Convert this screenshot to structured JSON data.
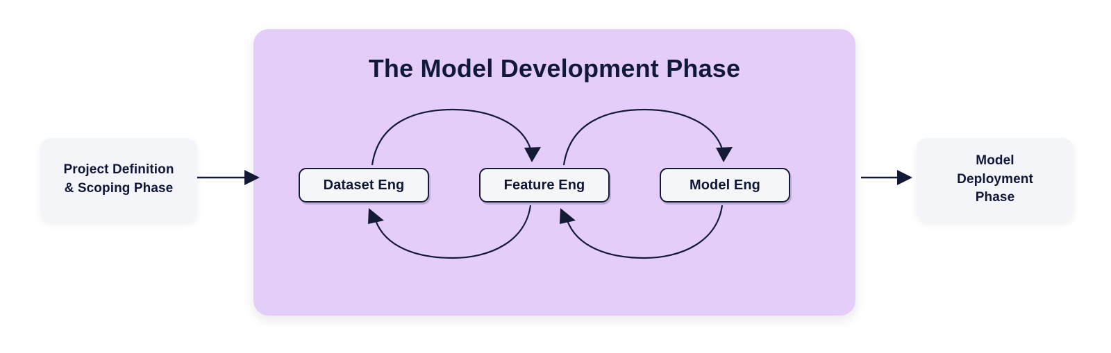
{
  "diagram": {
    "title": "The Model Development Phase",
    "colors": {
      "panel_fill": "#e5cdfa",
      "box_fill": "#f4f5f8",
      "step_fill": "#f5f6f8",
      "ink": "#131a36",
      "background": "#ffffff"
    },
    "left_phase": {
      "name": "project-definition-scoping-phase",
      "line1": "Project Definition",
      "line2": "& Scoping Phase"
    },
    "right_phase": {
      "name": "model-deployment-phase",
      "line1": "Model",
      "line2": "Deployment",
      "line3": "Phase"
    },
    "steps": [
      {
        "id": "dataset-eng",
        "label": "Dataset Eng"
      },
      {
        "id": "feature-eng",
        "label": "Feature Eng"
      },
      {
        "id": "model-eng",
        "label": "Model Eng"
      }
    ],
    "connectors": [
      {
        "id": "entry-arrow",
        "kind": "straight",
        "from": "project-definition-scoping-phase",
        "to": "model-development-panel"
      },
      {
        "id": "exit-arrow",
        "kind": "straight",
        "from": "model-development-panel",
        "to": "model-deployment-phase"
      },
      {
        "id": "dataset-to-feature-arc",
        "kind": "arc-top",
        "from": "dataset-eng",
        "to": "feature-eng"
      },
      {
        "id": "feature-to-dataset-arc",
        "kind": "arc-bottom",
        "from": "feature-eng",
        "to": "dataset-eng"
      },
      {
        "id": "feature-to-model-arc",
        "kind": "arc-top",
        "from": "feature-eng",
        "to": "model-eng"
      },
      {
        "id": "model-to-feature-arc",
        "kind": "arc-bottom",
        "from": "model-eng",
        "to": "feature-eng"
      }
    ]
  }
}
